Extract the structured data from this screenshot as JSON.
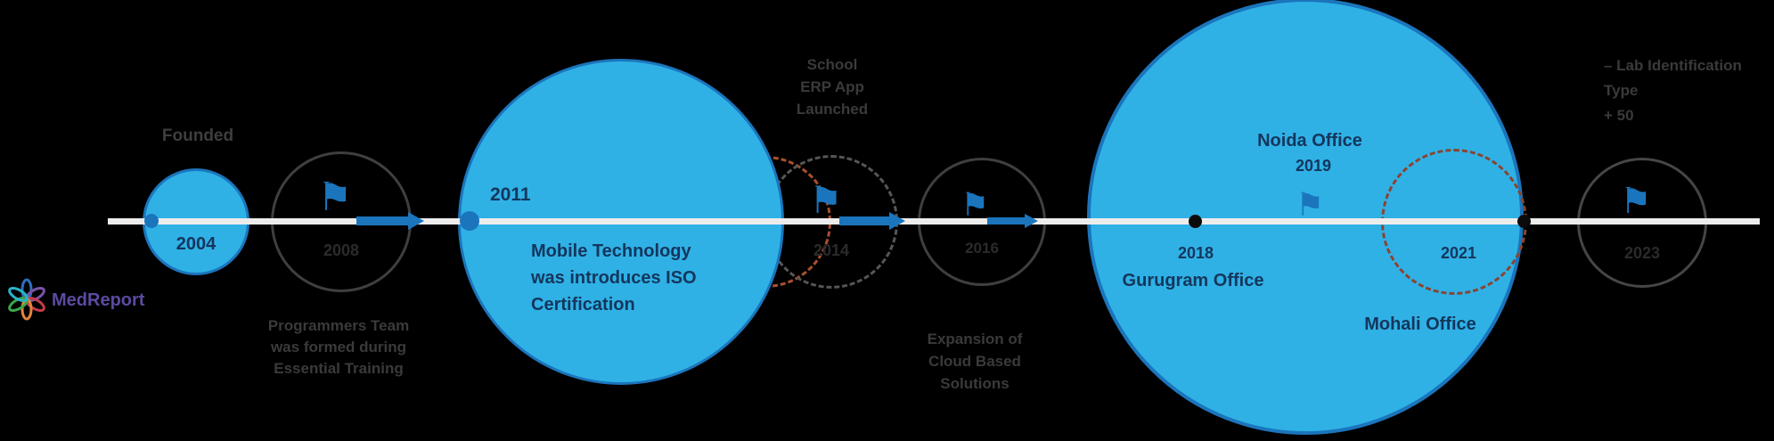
{
  "brand": {
    "name": "MedReport",
    "icon": "pinwheel-icon"
  },
  "icons": {
    "flag": "⚑"
  },
  "colors": {
    "background": "#000000",
    "milestone_fill": "#2FB1E6",
    "milestone_border": "#1B75BC",
    "timeline_line": "#ECECEC",
    "dark_navy_text": "#14365C",
    "muted_gray_text": "#3A3A3A",
    "faint_gray_text": "#2B2B2B",
    "gray_ring": "#3F3F3F",
    "rust_dashed_ring": "#8A4430",
    "orange_dashed_ring": "#A7502F",
    "brand_purple": "#5C4AA0"
  },
  "timeline": {
    "m2004": {
      "year": "2004",
      "label": "Founded"
    },
    "m2008": {
      "year": "2008",
      "line1": "Programmers Team",
      "line2": "was formed during",
      "line3": "Essential Training"
    },
    "m2011": {
      "year": "2011",
      "line1": "Mobile Technology",
      "line2": "was introduces ISO",
      "line3": "Certification"
    },
    "m2014": {
      "year": "2014",
      "line1": "School",
      "line2": "ERP App",
      "line3": "Launched"
    },
    "m2016": {
      "year": "2016",
      "line1": "Expansion of",
      "line2": "Cloud Based",
      "line3": "Solutions"
    },
    "m2018": {
      "year": "2018",
      "label": "Gurugram Office"
    },
    "m2019": {
      "year": "2019",
      "label": "Noida Office"
    },
    "m2021": {
      "year": "2021",
      "label": "Mohali Office"
    },
    "m2023": {
      "year": "2023",
      "line1": "– Lab Identification",
      "line2": "Type",
      "line3": "+ 50"
    }
  }
}
